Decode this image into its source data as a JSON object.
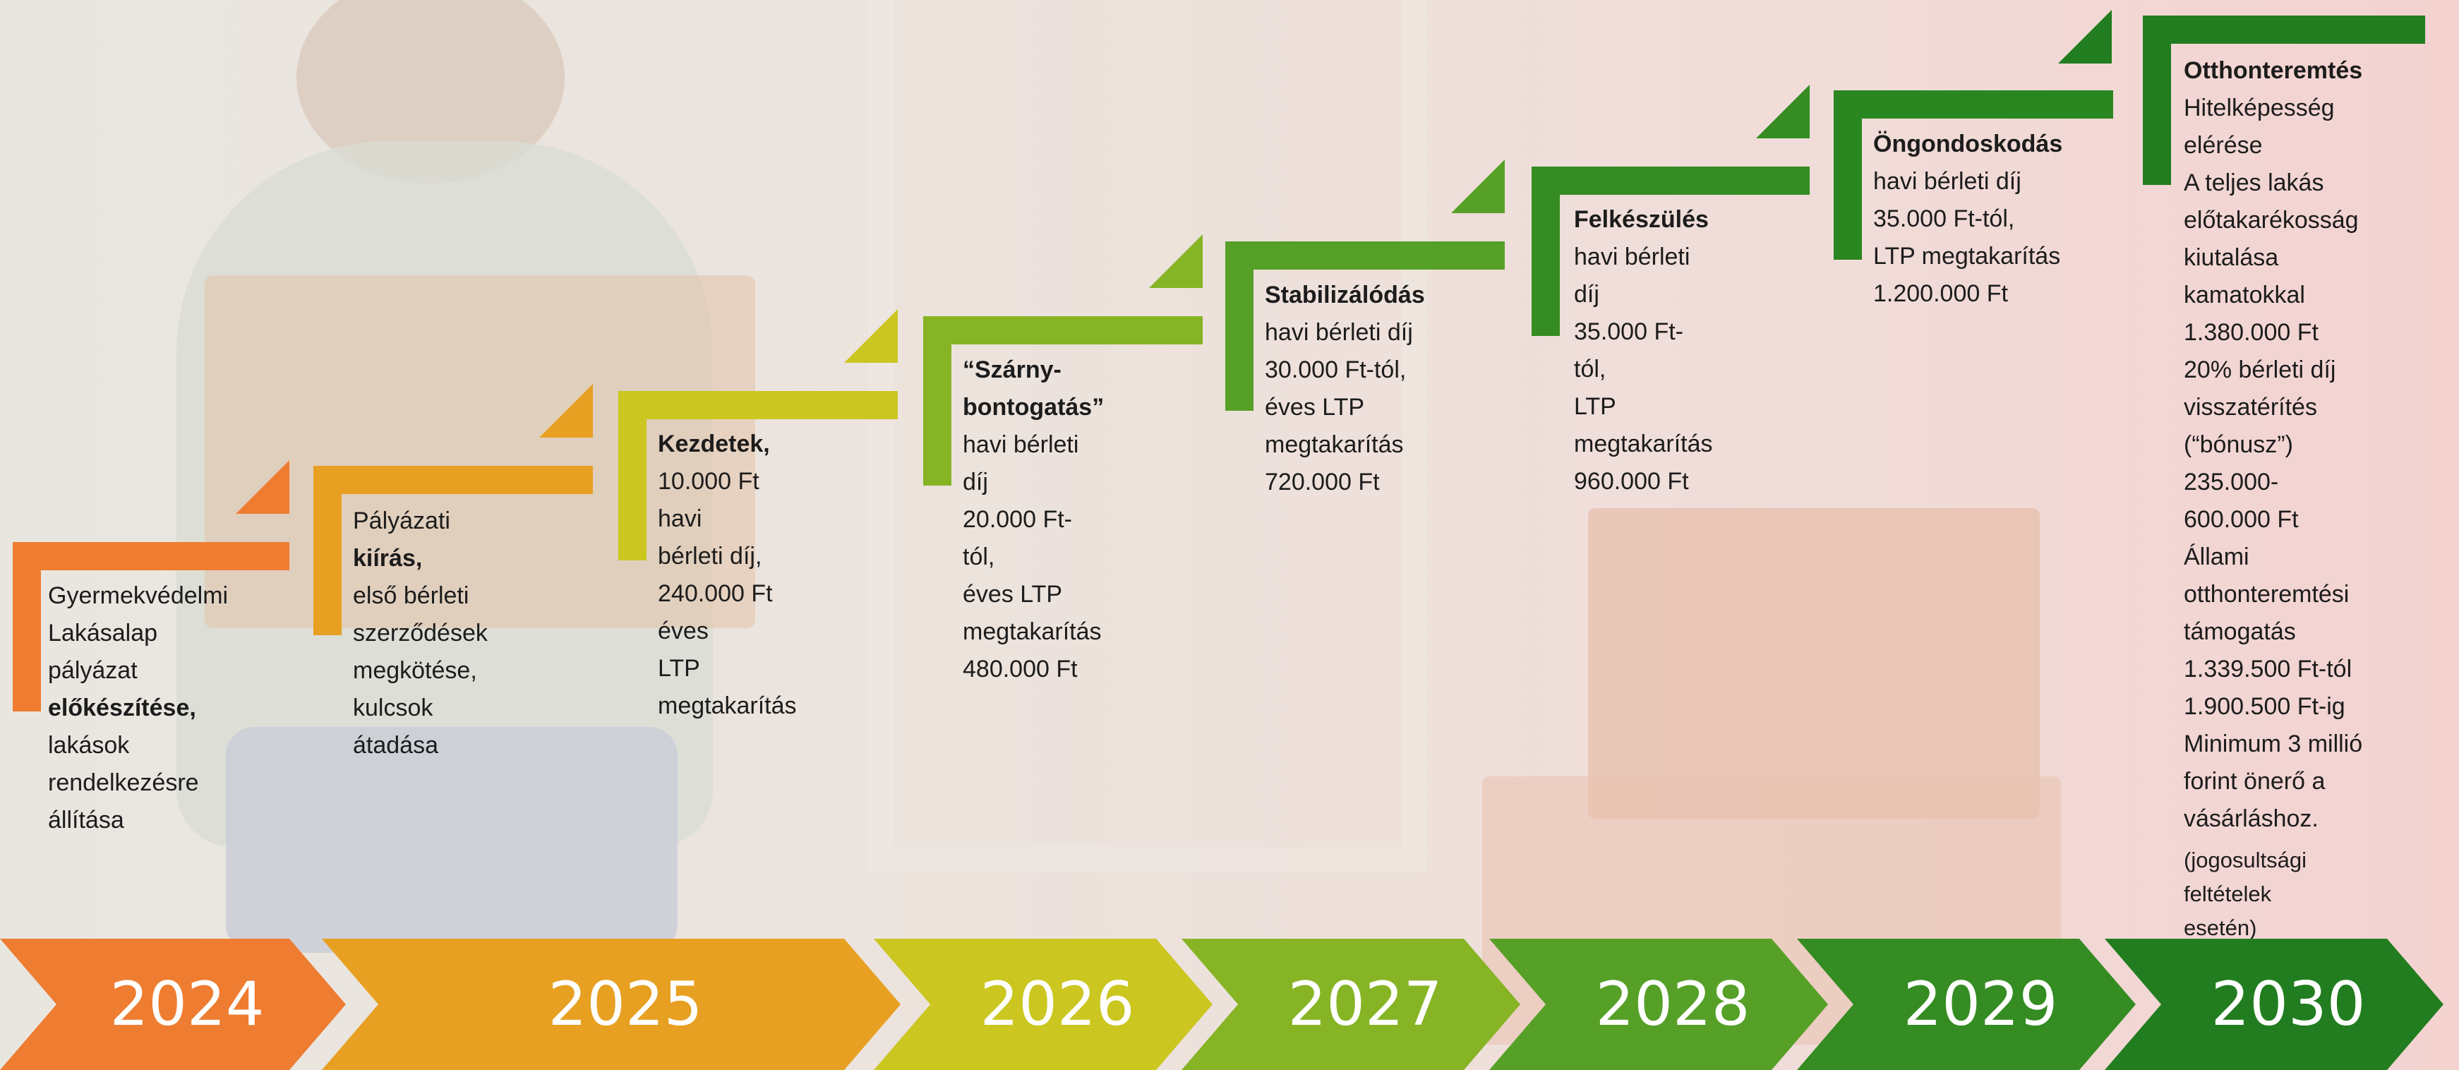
{
  "colors": {
    "y2024": "#ee7d31",
    "y2025": "#e7a021",
    "y2026": "#cbc620",
    "y2027": "#86b424",
    "y2028": "#56a027",
    "y2029": "#348c22",
    "y2030": "#217d1f"
  },
  "steps": [
    {
      "year": "2024",
      "lines": [
        "Gyermekvédelmi",
        "Lakásalap pályázat",
        "előkészítése,",
        "lakások",
        "rendelkezésre",
        "állítása"
      ]
    },
    {
      "year": "2025",
      "lines": [
        "Pályázati kiírás,",
        "első bérleti",
        "szerződések",
        "megkötése,",
        "kulcsok átadása"
      ]
    },
    {
      "year": "2026",
      "lines": [
        "Kezdetek,",
        "10.000 Ft havi",
        "bérleti díj,",
        "240.000 Ft éves",
        "LTP megtakarítás"
      ]
    },
    {
      "year": "2027",
      "lines": [
        "“Szárny-",
        "bontogatás”",
        "havi bérleti díj",
        "20.000 Ft-tól,",
        "éves LTP",
        "megtakarítás",
        "480.000 Ft"
      ]
    },
    {
      "year": "2028",
      "lines": [
        "Stabilizálódás",
        "havi bérleti díj",
        "30.000 Ft-tól,",
        "éves LTP",
        "megtakarítás",
        "720.000 Ft"
      ]
    },
    {
      "year": "2029",
      "lines": [
        "Felkészülés",
        "havi bérleti díj",
        "35.000 Ft-tól,",
        "LTP megtakarítás",
        "960.000 Ft"
      ]
    },
    {
      "year": "2030",
      "lines": [
        "Öngondoskodás",
        "havi bérleti díj",
        "35.000 Ft-tól,",
        "LTP megtakarítás",
        "1.200.000 Ft"
      ]
    }
  ],
  "final": {
    "title": "Otthonteremtés",
    "lines": [
      "Hitelképesség",
      "elérése",
      "A teljes lakás",
      "előtakarékosság",
      "kiutalása",
      "kamatokkal",
      "1.380.000 Ft",
      "20% bérleti díj",
      "visszatérítés",
      "(“bónusz”)",
      "235.000-600.000 Ft",
      "Állami",
      "otthonteremtési",
      "támogatás",
      "1.339.500 Ft-tól",
      "1.900.500 Ft-ig",
      "Minimum 3 millió",
      "forint önerő a",
      "vásárláshoz."
    ],
    "note_lines": [
      "(jogosultsági feltételek",
      "esetén)"
    ]
  },
  "years": [
    "2024",
    "2025",
    "2026",
    "2027",
    "2028",
    "2029",
    "2030"
  ]
}
